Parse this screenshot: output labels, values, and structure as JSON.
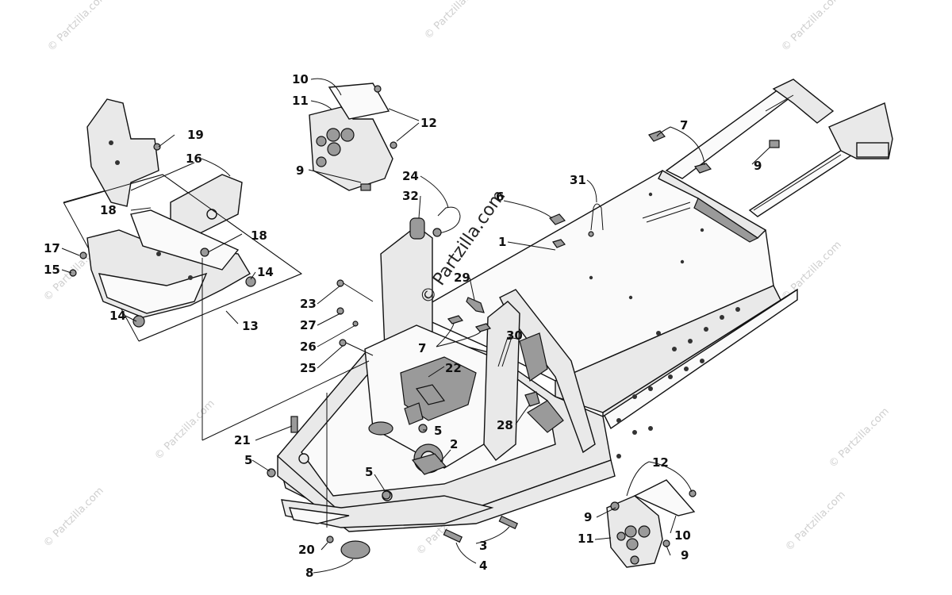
{
  "watermark": {
    "text": "© Partzilla.com",
    "center_text": "© Partzilla.com"
  },
  "callouts": {
    "c1": "1",
    "c2": "2",
    "c3": "3",
    "c4": "4",
    "c5a": "5",
    "c5b": "5",
    "c5c": "5",
    "c6": "6",
    "c7a": "7",
    "c7b": "7",
    "c8": "8",
    "c9a": "9",
    "c9b": "9",
    "c9c": "9",
    "c9d": "9",
    "c10a": "10",
    "c10b": "10",
    "c11a": "11",
    "c11b": "11",
    "c12a": "12",
    "c12b": "12",
    "c13": "13",
    "c14a": "14",
    "c14b": "14",
    "c15": "15",
    "c16": "16",
    "c17": "17",
    "c18a": "18",
    "c18b": "18",
    "c19": "19",
    "c20": "20",
    "c21": "21",
    "c22": "22",
    "c23": "23",
    "c24": "24",
    "c25": "25",
    "c26": "26",
    "c27": "27",
    "c28": "28",
    "c29": "29",
    "c30": "30",
    "c31": "31",
    "c32": "32"
  }
}
